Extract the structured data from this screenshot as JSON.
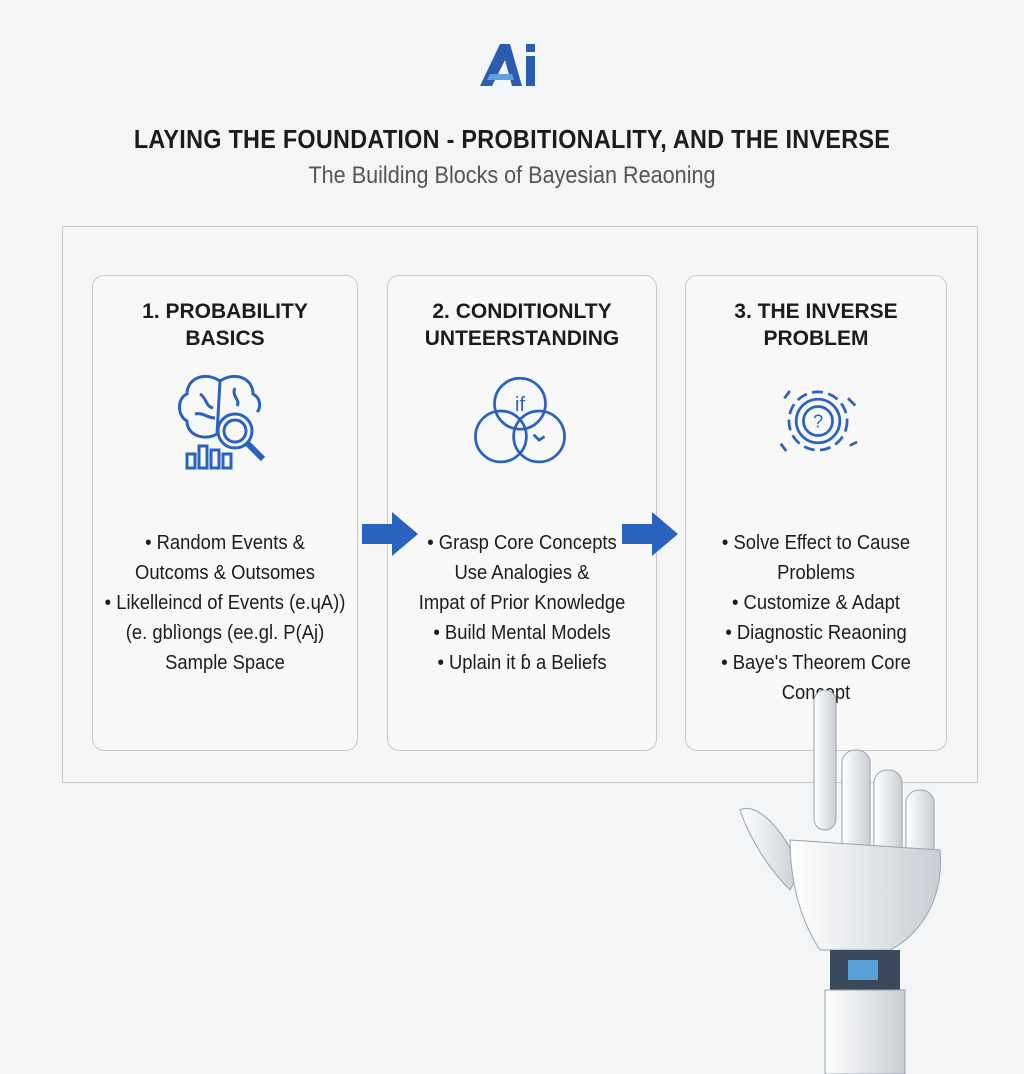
{
  "logo": {
    "text": "Ai",
    "color": "#2a5db0"
  },
  "header": {
    "title": "LAYING THE FOUNDATION - PROBITIONALITY, AND THE INVERSE",
    "subtitle": "The Building Blocks of Bayesian Reaoning"
  },
  "colors": {
    "accent": "#2a62c0"
  },
  "cards": [
    {
      "title": [
        "1. PROBABILITY",
        "BASICS"
      ],
      "icon": "brain-magnifier-chart-icon",
      "items": [
        "• Random Events &",
        "Outcoms & Outsomes",
        "• Likelleincd of Events (e.ɥA))",
        "(e. gblìongs (ee.gl. P(Aj)",
        "Sample Space"
      ]
    },
    {
      "title": [
        "2. CONDITIONLTY",
        "UNTEERSTANDING"
      ],
      "icon": "venn-diagram-icon",
      "icon_label": "if",
      "items": [
        "• Grasp Core Concepts",
        "Use Analogies &",
        "Impat of Prior Knowledge",
        "• Build Mental Models",
        "• Uplain it ɓ a Beliefs"
      ]
    },
    {
      "title": [
        "3. THE INVERSE",
        "PROBLEM"
      ],
      "icon": "gear-question-icon",
      "items": [
        "• Solve Effect to Cause",
        "Problems",
        "• Customize & Adapt",
        "• Diagnostic Reaoning",
        "• Baye's Theorem Core Concept"
      ]
    }
  ]
}
